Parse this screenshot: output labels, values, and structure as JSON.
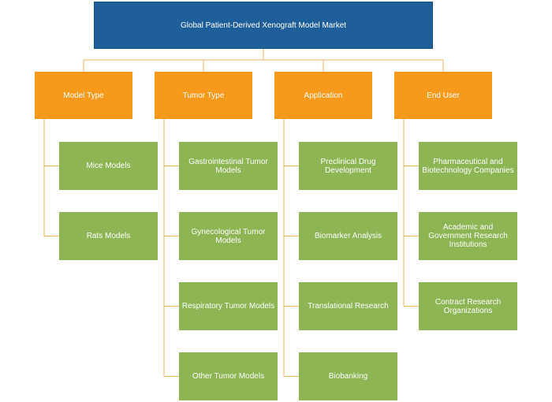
{
  "root": {
    "label": "Global  Patient-Derived Xenograft Model Market"
  },
  "categories": [
    {
      "label": "Model Type",
      "children": [
        "Mice Models",
        "Rats Models"
      ]
    },
    {
      "label": "Tumor Type",
      "children": [
        "Gastrointestinal Tumor Models",
        "Gynecological Tumor Models",
        "Respiratory Tumor Models",
        "Other Tumor Models"
      ]
    },
    {
      "label": "Application",
      "children": [
        "Preclinical Drug Development",
        "Biomarker Analysis",
        "Translational Research",
        "Biobanking"
      ]
    },
    {
      "label": "End User",
      "children": [
        "Pharmaceutical and Biotechnology Companies",
        "Academic and Government Research Institutions",
        "Contract Research Organizations"
      ]
    }
  ],
  "colors": {
    "root": "#1f5f99",
    "category": "#f79a1c",
    "leaf": "#8db553",
    "connector": "#f0b25c"
  }
}
